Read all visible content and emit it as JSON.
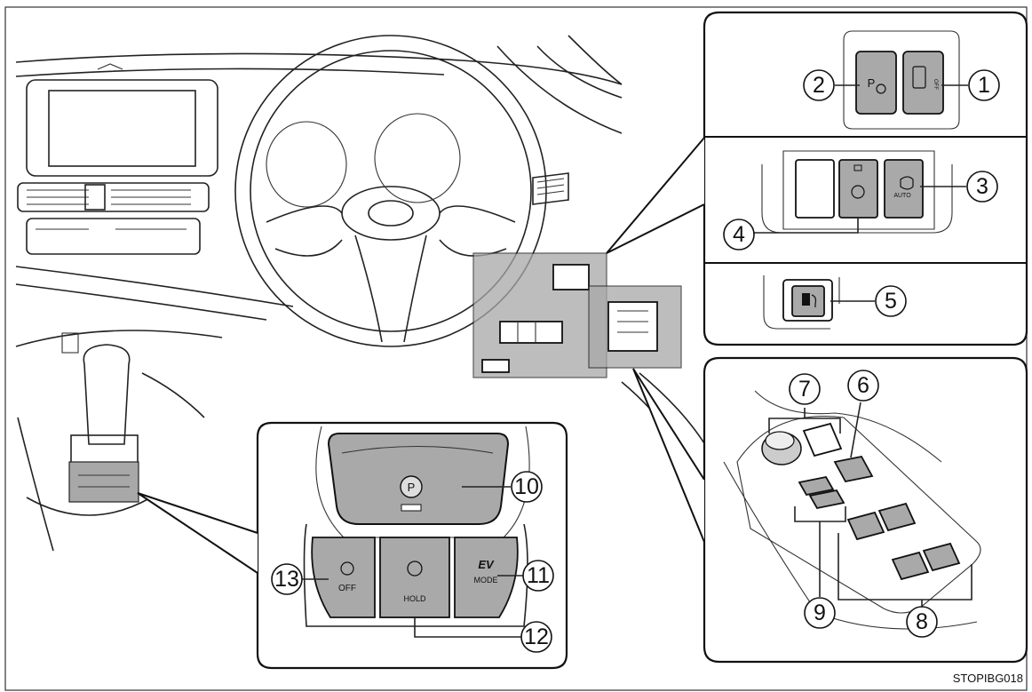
{
  "figure_code": "STOPIBG018",
  "callouts": {
    "c1": "1",
    "c2": "2",
    "c3": "3",
    "c4": "4",
    "c5": "5",
    "c6": "6",
    "c7": "7",
    "c8": "8",
    "c9": "9",
    "c10": "10",
    "c11": "11",
    "c12": "12",
    "c13": "13"
  },
  "button_labels": {
    "ev_top": "EV",
    "ev_bottom": "MODE",
    "hold": "HOLD",
    "trc_off": "OFF",
    "headlight_auto": "AUTO",
    "park_p": "P"
  },
  "colors": {
    "button_gray": "#a9a9a9",
    "outline": "#111111",
    "background": "#ffffff"
  }
}
